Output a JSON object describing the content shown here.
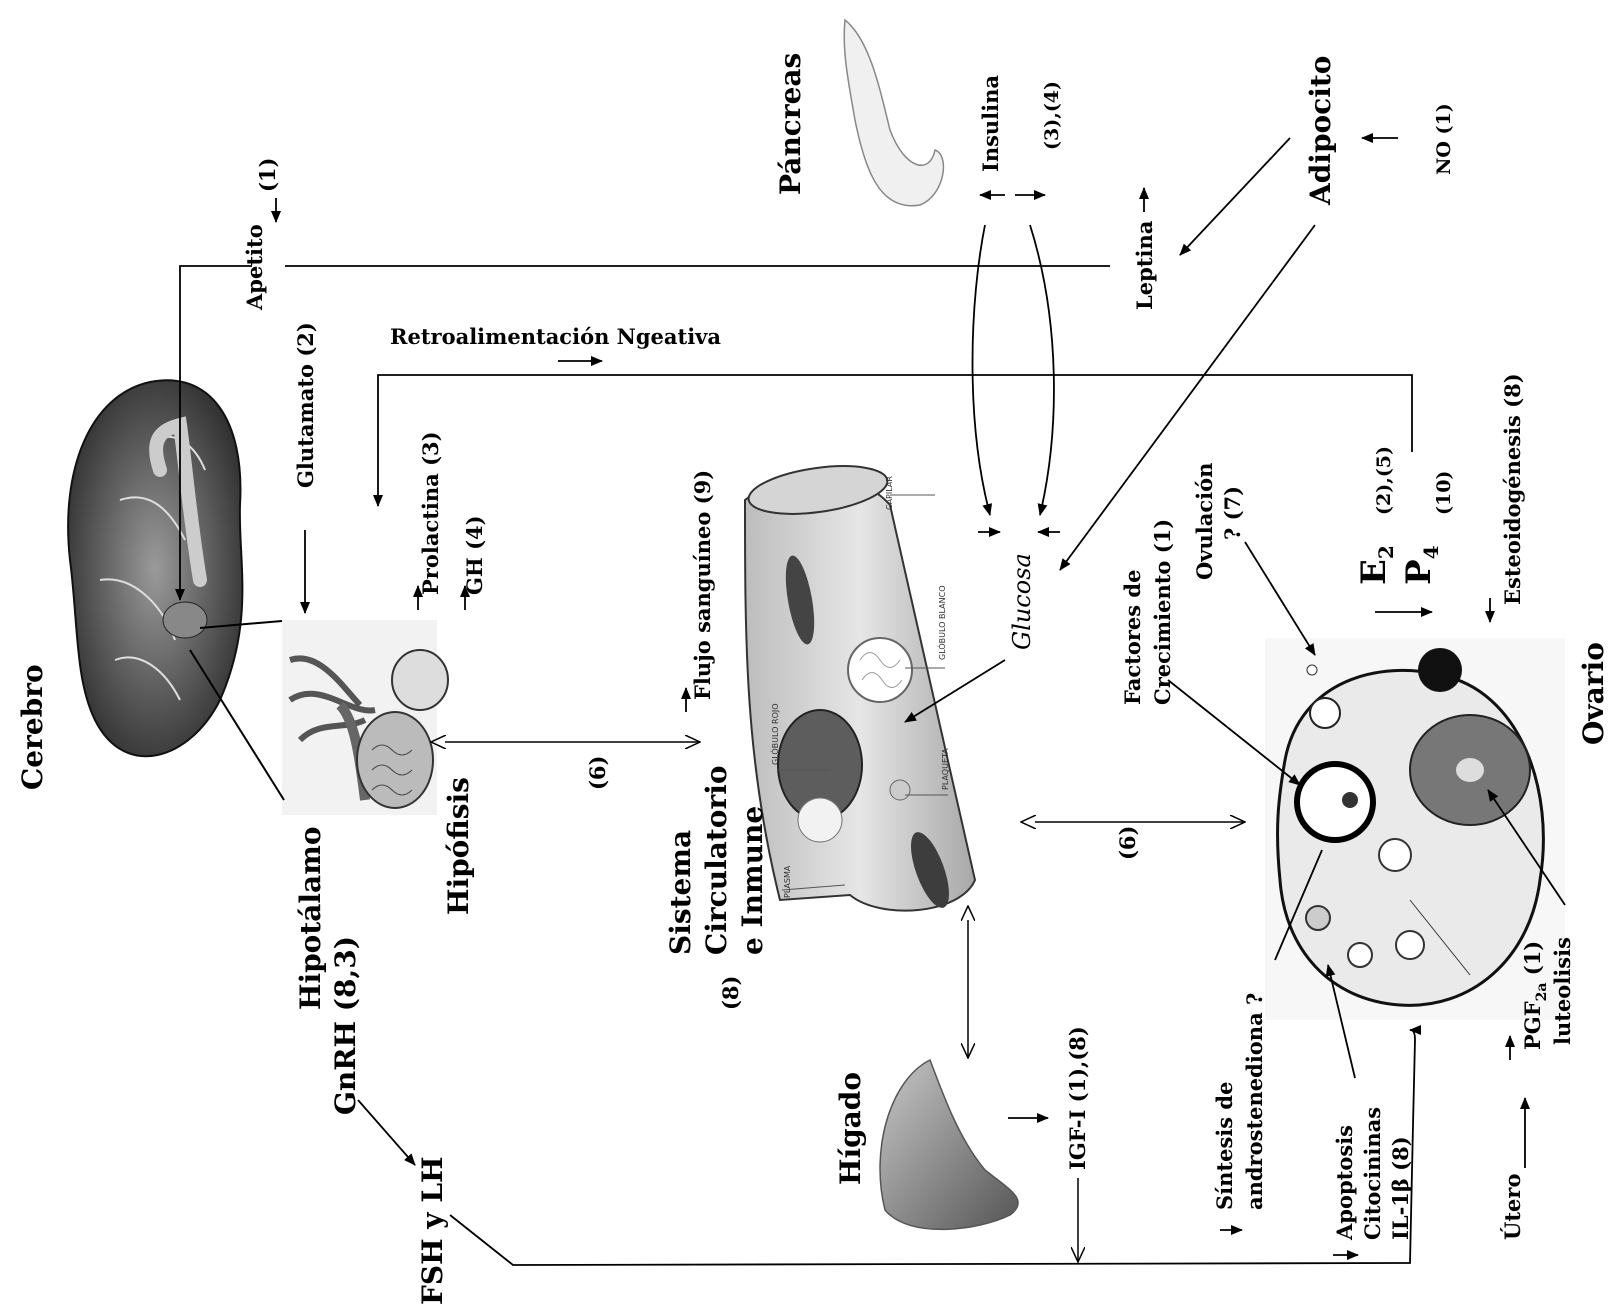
{
  "organs": {
    "cerebro": "Cerebro",
    "hipotalamo": "Hipotálamo",
    "hipofisis": "Hipófisis",
    "pancreas": "Páncreas",
    "adipocito": "Adipocito",
    "higado": "Hígado",
    "ovario": "Ovario",
    "utero": "Útero",
    "sistema_line1": "Sistema",
    "sistema_line2": "Circulatorio",
    "sistema_line3": "e Inmune"
  },
  "signals": {
    "apetito": "Apetito",
    "apetito_ref": "(1)",
    "glutamato": "Glutamato (2)",
    "retro": "Retroalimentación Ngeativa",
    "prolactina": "Prolactina (3)",
    "gh": "GH (4)",
    "insulina": "Insulina",
    "insulina_ref": "(3),(4)",
    "leptina": "Leptina",
    "no": "NO (1)",
    "flujo": "Flujo sanguíneo (9)",
    "glucosa": "Glucosa",
    "factores_line1": "Factores de",
    "factores_line2": "Crecimiento (1)",
    "ovulacion_line1": "Ovulación",
    "ovulacion_line2": "? (7)",
    "e2": "E",
    "e2_sub": "2",
    "p4": "P",
    "p4_sub": "4",
    "e2_ref": "(2),(5)",
    "p4_ref": "(10)",
    "esteroid": "Esteoidogénesis (8)",
    "six_left": "(6)",
    "six_right": "(6)",
    "eight": "(8)",
    "gnrh": "GnRH (8,3)",
    "fsh": "FSH y LH",
    "igf": "IGF-I (1),(8)",
    "sintesis_line1": "Síntesis de",
    "sintesis_line2": "androstenediona ?",
    "apoptosis_line1": "Apoptosis",
    "apoptosis_line2": "Citocininas",
    "apoptosis_line3": "IL-1β (8)",
    "pgf_main": "PGF",
    "pgf_sub": "2a",
    "pgf_ref": " (1)",
    "luteolisis": "luteolisis"
  },
  "vessel_labels": {
    "capilar": "CAPILAR",
    "blanco": "GLÓBULO BLANCO",
    "rojo": "GLÓBULO ROJO",
    "plaqueta": "PLAQUETA",
    "plasma": "PLASMA"
  }
}
